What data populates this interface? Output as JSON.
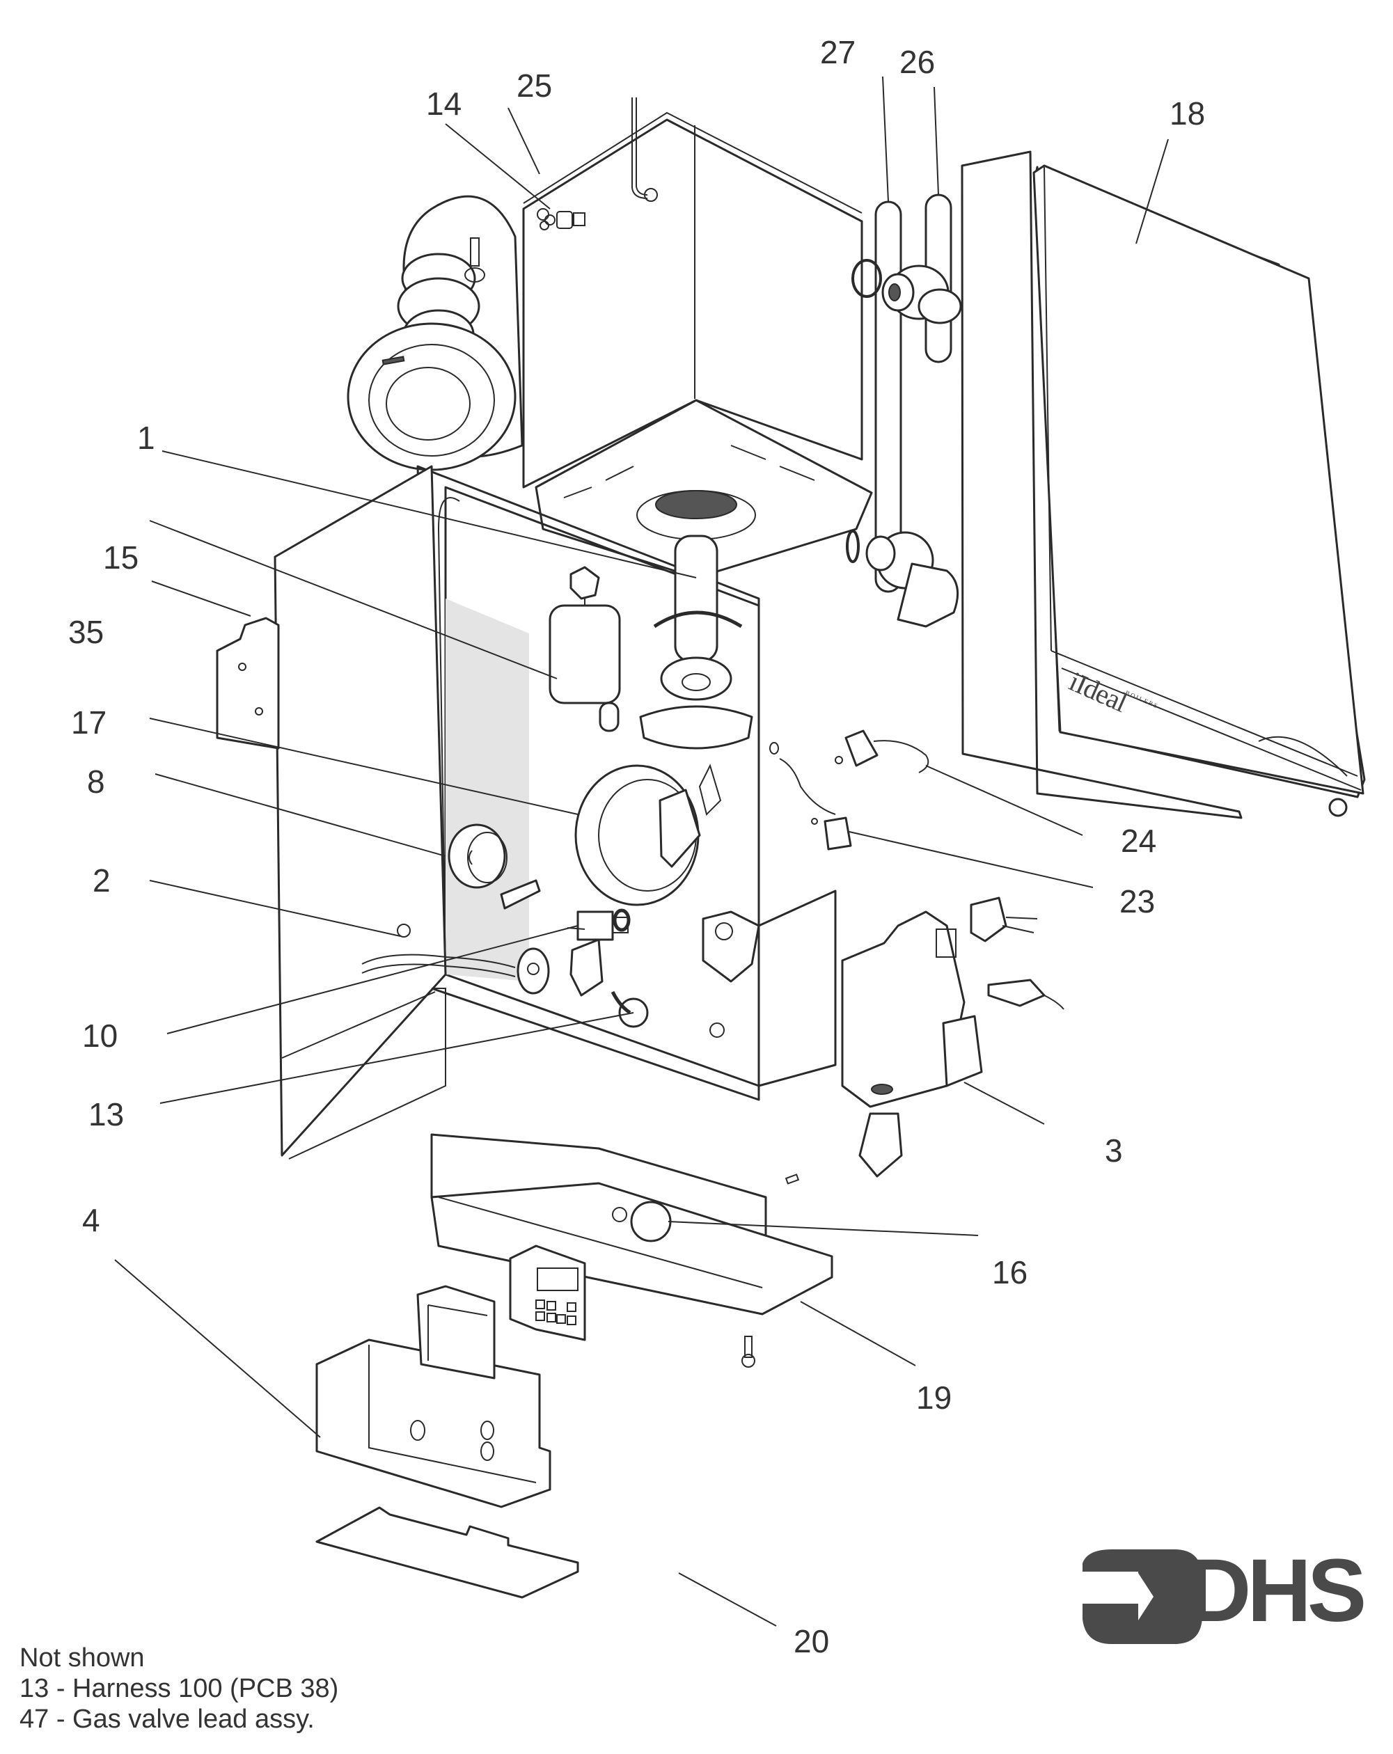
{
  "diagram": {
    "subject": "Boiler exploded parts diagram",
    "brand_mark": {
      "main": "Ideal",
      "prefix": "i",
      "sub": "BOILERS"
    },
    "callouts": [
      {
        "id": "c1",
        "label": "1"
      },
      {
        "id": "c2",
        "label": "2"
      },
      {
        "id": "c3",
        "label": "3"
      },
      {
        "id": "c4",
        "label": "4"
      },
      {
        "id": "c8",
        "label": "8"
      },
      {
        "id": "c10",
        "label": "10"
      },
      {
        "id": "c13",
        "label": "13"
      },
      {
        "id": "c14",
        "label": "14"
      },
      {
        "id": "c15",
        "label": "15"
      },
      {
        "id": "c16",
        "label": "16"
      },
      {
        "id": "c17",
        "label": "17"
      },
      {
        "id": "c18",
        "label": "18"
      },
      {
        "id": "c19",
        "label": "19"
      },
      {
        "id": "c20",
        "label": "20"
      },
      {
        "id": "c23",
        "label": "23"
      },
      {
        "id": "c24",
        "label": "24"
      },
      {
        "id": "c25",
        "label": "25"
      },
      {
        "id": "c26",
        "label": "26"
      },
      {
        "id": "c27",
        "label": "27"
      },
      {
        "id": "c35",
        "label": "35"
      }
    ]
  },
  "notes": {
    "heading": "Not shown",
    "items": [
      "13 - Harness 100 (PCB 38)",
      "47 - Gas valve lead assy."
    ]
  },
  "logo": {
    "text": "DHS",
    "color": "#4a4a4a"
  }
}
